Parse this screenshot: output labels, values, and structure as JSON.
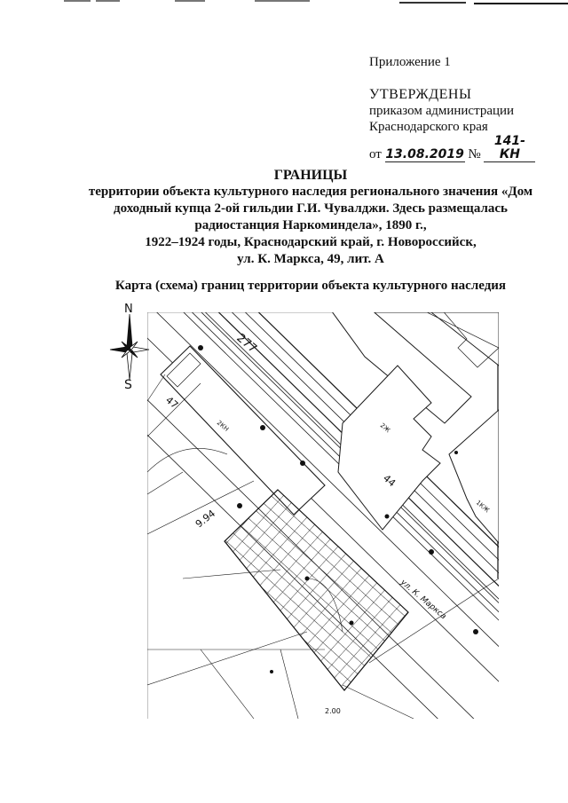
{
  "header": {
    "appendix": "Приложение 1",
    "approval": {
      "heading": "УТВЕРЖДЕНЫ",
      "line1": "приказом администрации",
      "line2": "Краснодарского края",
      "from_label": "от",
      "date": "13.08.2019",
      "number_label": "№",
      "number": "141-КН"
    }
  },
  "title": {
    "main": "ГРАНИЦЫ",
    "line1": "территории объекта культурного наследия регионального значения «Дом",
    "line2": "доходный купца 2-ой гильдии Г.И. Чувалджи. Здесь размещалась",
    "line3": "радиостанция Наркоминдела», 1890 г.,",
    "line4": "1922–1924 годы, Краснодарский край, г. Новороссийск,",
    "line5": "ул. К. Маркса, 49, лит. А"
  },
  "map": {
    "caption": "Карта (схема) границ территории объекта культурного наследия",
    "compass": {
      "north": "N",
      "south": "S"
    },
    "labels": {
      "street_number_top": "277",
      "building_47": "47",
      "building_44": "44",
      "building_2kn": "2КН",
      "building_2zh": "2Ж",
      "building_1ks": "1КЖ",
      "area_value": "9.94",
      "street_name": "ул. К. Маркса",
      "bottom_mark": "2.00"
    },
    "colors": {
      "ink": "#1a1a1a",
      "hatch": "#2a2a2a",
      "paper": "#ffffff"
    }
  }
}
